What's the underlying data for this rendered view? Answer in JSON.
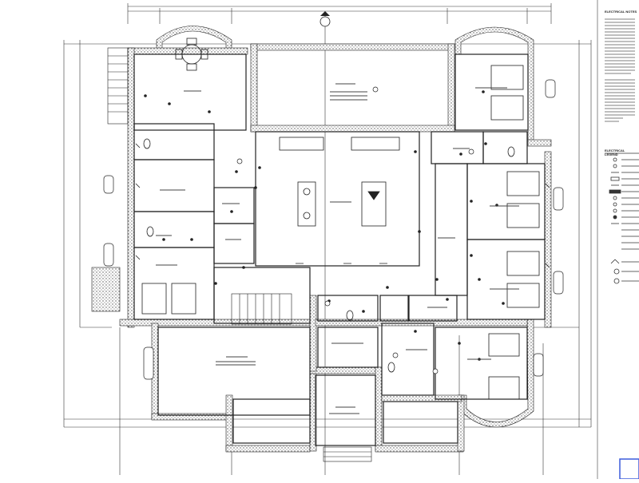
{
  "sheet": {
    "type": "architectural floor plan - electrical layout",
    "notes_title": "ELECTRICAL NOTES",
    "legend_title": "ELECTRICAL LEGEND"
  },
  "colors": {
    "line": "#1a1a1a",
    "hatch": "#6b6b6b",
    "paper": "#ffffff",
    "accent": "#3b5bdb"
  },
  "icons": [
    "outlet-symbol",
    "switch-symbol",
    "light-fixture-symbol",
    "table-chairs",
    "air-hockey-table",
    "billiard-table",
    "toilet",
    "bed",
    "staircase",
    "grid-bubble"
  ]
}
